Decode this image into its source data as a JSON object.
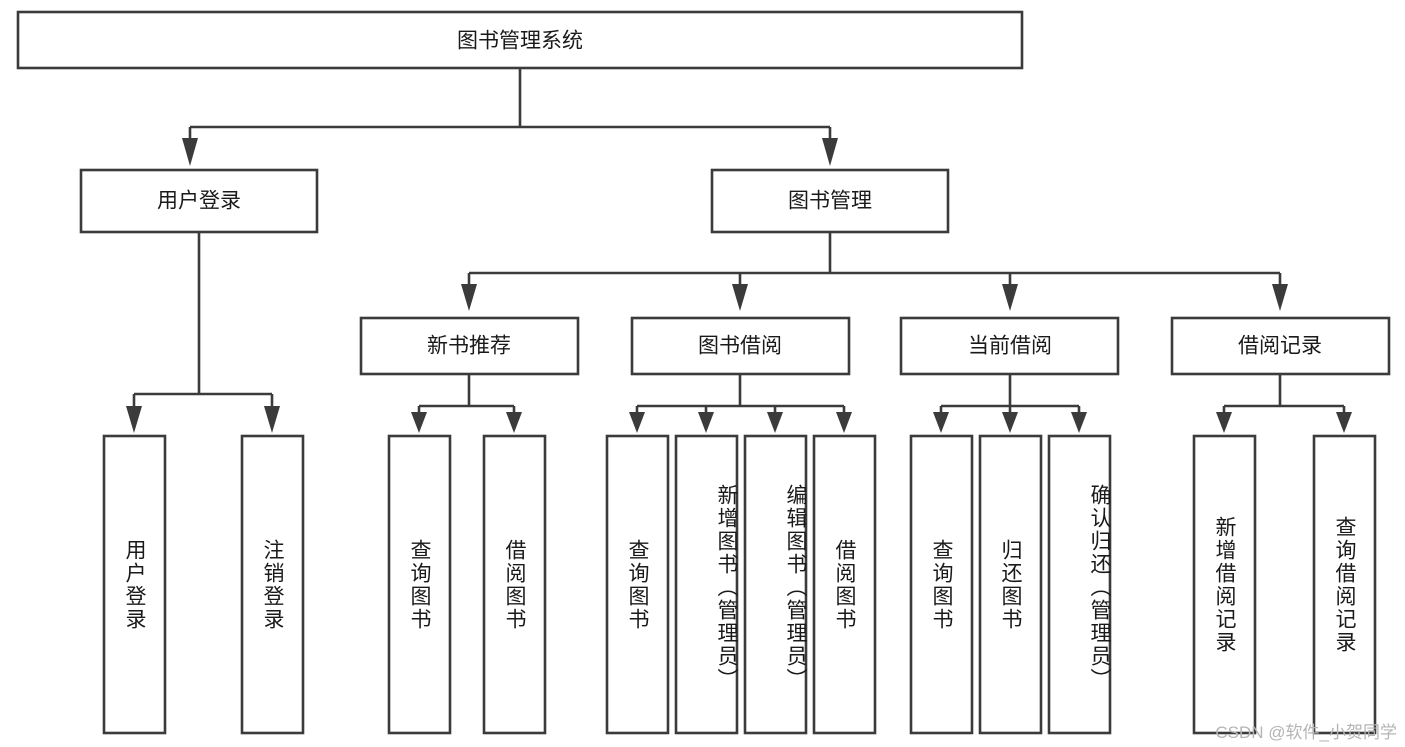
{
  "diagram": {
    "type": "tree",
    "title": "图书管理系统",
    "watermark": "CSDN @软件_小贺同学",
    "colors": {
      "stroke": "#3b3b3b",
      "fill": "#ffffff",
      "text": "#1a1a1a",
      "watermark": "#b4b4b4"
    },
    "levels": {
      "root": {
        "label": "图书管理系统"
      },
      "level2": [
        {
          "label": "用户登录"
        },
        {
          "label": "图书管理"
        }
      ],
      "level3": [
        {
          "label": "新书推荐"
        },
        {
          "label": "图书借阅"
        },
        {
          "label": "当前借阅"
        },
        {
          "label": "借阅记录"
        }
      ],
      "leaves": [
        {
          "label": "用户登录",
          "parent": "用户登录"
        },
        {
          "label": "注销登录",
          "parent": "用户登录"
        },
        {
          "label": "查询图书",
          "parent": "新书推荐"
        },
        {
          "label": "借阅图书",
          "parent": "新书推荐"
        },
        {
          "label": "查询图书",
          "parent": "图书借阅"
        },
        {
          "label": "新增图书（管理员）",
          "parent": "图书借阅"
        },
        {
          "label": "编辑图书（管理员）",
          "parent": "图书借阅"
        },
        {
          "label": "借阅图书",
          "parent": "图书借阅"
        },
        {
          "label": "查询图书",
          "parent": "当前借阅"
        },
        {
          "label": "归还图书",
          "parent": "当前借阅"
        },
        {
          "label": "确认归还（管理员）",
          "parent": "当前借阅"
        },
        {
          "label": "新增借阅记录",
          "parent": "借阅记录"
        },
        {
          "label": "查询借阅记录",
          "parent": "借阅记录"
        }
      ]
    }
  }
}
